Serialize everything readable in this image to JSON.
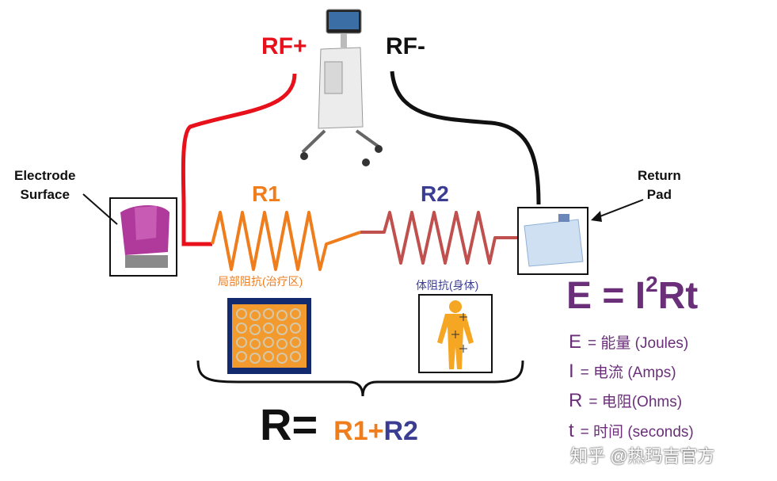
{
  "labels": {
    "rf_plus": "RF+",
    "rf_minus": "RF-",
    "electrode_line1": "Electrode",
    "electrode_line2": "Surface",
    "return_line1": "Return",
    "return_line2": "Pad",
    "r1": "R1",
    "r2": "R2",
    "r1_caption": "局部阻抗(治疗区)",
    "r2_caption": "体阻抗(身体)"
  },
  "equation": {
    "lhs": "E = I",
    "exp": "2",
    "rhs": "Rt"
  },
  "definitions": [
    {
      "sym": "E",
      "text": "= 能量 (Joules)"
    },
    {
      "sym": "I",
      "text": "= 电流 (Amps)"
    },
    {
      "sym": "R",
      "text": "= 电阻(Ohms)"
    },
    {
      "sym": "t",
      "text": "= 时间 (seconds)"
    }
  ],
  "sum": {
    "lhs": "R=",
    "part1": "R1+",
    "part2": "R2"
  },
  "watermark": "知乎 @热玛吉官方",
  "colors": {
    "rf_plus": "#e8101a",
    "rf_minus": "#111111",
    "r1": "#f07d1c",
    "r2_wire": "#c0504d",
    "r2_text": "#3b3d93",
    "equation": "#6b2f7a"
  }
}
